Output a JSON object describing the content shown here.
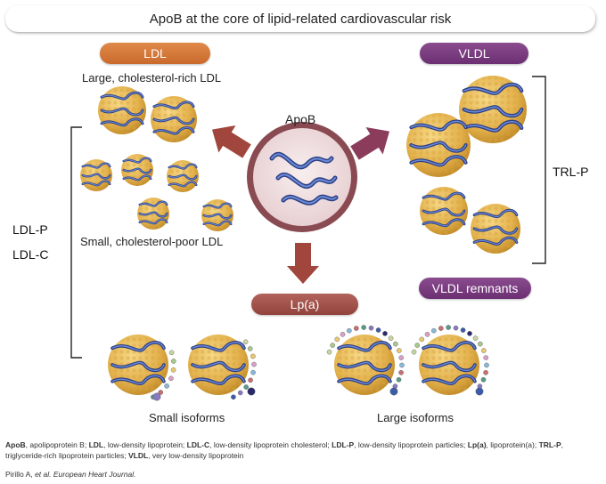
{
  "title": "ApoB at the core of lipid-related cardiovascular risk",
  "labels": {
    "ldl": "LDL",
    "vldl": "VLDL",
    "vldl_remnants": "VLDL remnants",
    "lpa": "Lp(a)",
    "apob": "ApoB",
    "large_ldl": "Large, cholesterol-rich LDL",
    "small_ldl": "Small, cholesterol-poor LDL",
    "ldl_p": "LDL-P",
    "ldl_c": "LDL-C",
    "trl_p": "TRL-P",
    "small_isoforms": "Small isoforms",
    "large_isoforms": "Large isoforms"
  },
  "footnote": {
    "items": [
      {
        "abbr": "ApoB",
        "def": ", apolipoprotein B; "
      },
      {
        "abbr": "LDL",
        "def": ", low-density lipoprotein; "
      },
      {
        "abbr": "LDL-C",
        "def": ", low-density lipoprotein cholesterol; "
      },
      {
        "abbr": "LDL-P",
        "def": ", low-density lipoprotein particles; "
      },
      {
        "abbr": "Lp(a)",
        "def": ", lipoprotein(a); "
      },
      {
        "abbr": "TRL-P",
        "def": ", triglyceride-rich lipoprotein particles; "
      },
      {
        "abbr": "VLDL",
        "def": ", very low-density lipoprotein"
      }
    ],
    "citation_authors": "Pirillo A, ",
    "citation_journal": "et al. European Heart Journal."
  },
  "colors": {
    "ldl": "#d0743a",
    "vldl": "#7a3d80",
    "lpa": "#a2544c",
    "arrow": "#a0463c",
    "particle_fill": "#e8b850",
    "particle_dot": "#c9902c",
    "apob_strand": "#3c5ca8",
    "bracket": "#222222"
  },
  "icons": {
    "apob_center": "apob-protein-icon",
    "particle": "lipoprotein-particle-icon",
    "lpa_chain": "apolipoprotein-a-kringle-chain-icon"
  }
}
